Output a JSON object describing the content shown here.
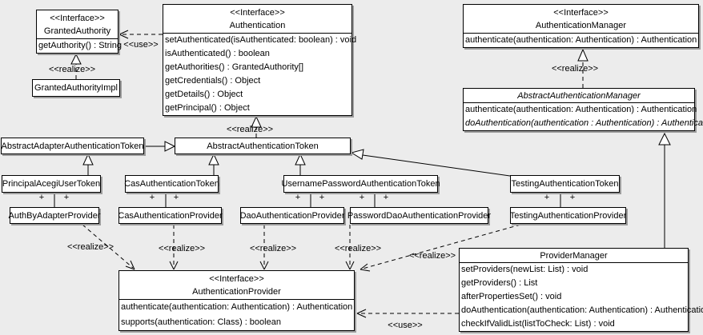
{
  "meta": {
    "type": "uml_class_diagram",
    "subject": "Acegi/Spring Security authentication classes"
  },
  "labels": {
    "use": "<<use>>",
    "realize": "<<realize>>",
    "plus": "+"
  },
  "colors": {
    "background": "#ececec",
    "box_fill": "#ffffff",
    "box_border": "#000000",
    "shadow": "#9c9c9c"
  },
  "classes": {
    "granted_authority": {
      "stereotype": "<<Interface>>",
      "name": "GrantedAuthority",
      "methods": [
        "getAuthority() : String"
      ]
    },
    "granted_authority_impl": {
      "name": "GrantedAuthorityImpl"
    },
    "authentication": {
      "stereotype": "<<Interface>>",
      "name": "Authentication",
      "methods": [
        "setAuthenticated(isAuthenticated: boolean) : void",
        "isAuthenticated() : boolean",
        "getAuthorities() : GrantedAuthority[]",
        "getCredentials() : Object",
        "getDetails() : Object",
        "getPrincipal() : Object"
      ]
    },
    "authentication_manager": {
      "stereotype": "<<Interface>>",
      "name": "AuthenticationManager",
      "methods": [
        "authenticate(authentication: Authentication) : Authentication"
      ]
    },
    "abstract_authentication_manager": {
      "name": "AbstractAuthenticationManager",
      "abstract": true,
      "methods": [
        "authenticate(authentication: Authentication) : Authentication",
        "doAuthentication(authentication : Authentication) : Authentication"
      ]
    },
    "abstract_adapter_authentication_token": {
      "name": "AbstractAdapterAuthenticationToken",
      "abstract": true
    },
    "abstract_authentication_token": {
      "name": "AbstractAuthenticationToken",
      "abstract": true
    },
    "principal_acegi_user_token": {
      "name": "PrincipalAcegiUserToken"
    },
    "cas_authentication_token": {
      "name": "CasAuthenticationToken"
    },
    "username_password_authentication_token": {
      "name": "UsernamePasswordAuthenticationToken"
    },
    "testing_authentication_token": {
      "name": "TestingAuthenticationToken"
    },
    "auth_by_adapter_provider": {
      "name": "AuthByAdapterProvider"
    },
    "cas_authentication_provider": {
      "name": "CasAuthenticationProvider"
    },
    "dao_authentication_provider": {
      "name": "DaoAuthenticationProvider"
    },
    "password_dao_authentication_provider": {
      "name": "PasswordDaoAuthenticationProvider"
    },
    "testing_authentication_provider": {
      "name": "TestingAuthenticationProvider"
    },
    "authentication_provider": {
      "stereotype": "<<Interface>>",
      "name": "AuthenticationProvider",
      "methods": [
        "authenticate(authentication: Authentication) : Authentication",
        "supports(authentication: Class) : boolean"
      ]
    },
    "provider_manager": {
      "name": "ProviderManager",
      "methods": [
        "setProviders(newList: List) : void",
        "getProviders() : List",
        "afterPropertiesSet() : void",
        "doAuthentication(authentication: Authentication) : Authentication",
        "checkIfValidList(listToCheck: List) : void"
      ]
    }
  }
}
